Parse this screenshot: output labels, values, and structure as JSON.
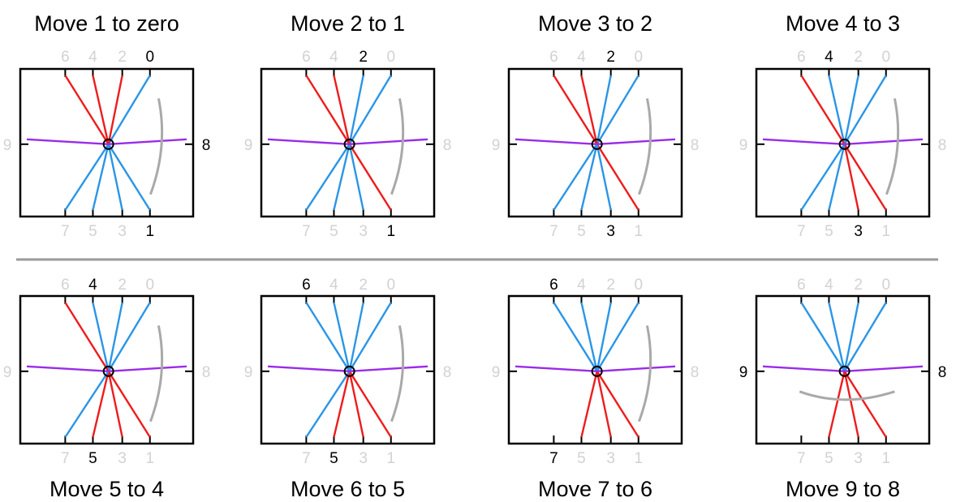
{
  "colors": {
    "red": "#ee1c1c",
    "blue": "#2b95e6",
    "purple": "#9a2be8",
    "arrow": "#a9a9a9",
    "label_active": "#000000",
    "label_inactive": "#d2d2d2",
    "divider": "#9a9a9a"
  },
  "panels": [
    {
      "title": "Move 1 to zero",
      "top_lines": {
        "6": "red",
        "4": "red",
        "2": "red",
        "0": "blue"
      },
      "bottom_lines": {
        "7": "blue",
        "5": "blue",
        "3": "blue",
        "1": "blue"
      },
      "side_lines": {
        "9": "purple",
        "8": "purple"
      },
      "labels_active": [
        "0",
        "1",
        "8"
      ],
      "arrows": [
        {
          "from": "1",
          "to": "0"
        }
      ]
    },
    {
      "title": "Move 2 to 1",
      "top_lines": {
        "6": "red",
        "4": "red",
        "2": "blue",
        "0": "blue"
      },
      "bottom_lines": {
        "7": "blue",
        "5": "blue",
        "3": "blue",
        "1": "red"
      },
      "side_lines": {
        "9": "purple",
        "8": "purple"
      },
      "labels_active": [
        "2",
        "1"
      ],
      "arrows": [
        {
          "from": "2",
          "to": "1"
        }
      ]
    },
    {
      "title": "Move 3 to 2",
      "top_lines": {
        "6": "red",
        "4": "red",
        "2": "blue",
        "0": "blue"
      },
      "bottom_lines": {
        "7": "blue",
        "5": "blue",
        "3": "blue",
        "1": "red"
      },
      "side_lines": {
        "9": "purple",
        "8": "purple"
      },
      "labels_active": [
        "2",
        "3"
      ],
      "arrows": [
        {
          "from": "3",
          "to": "2"
        }
      ]
    },
    {
      "title": "Move 4 to 3",
      "top_lines": {
        "6": "red",
        "4": "blue",
        "2": "blue",
        "0": "blue"
      },
      "bottom_lines": {
        "7": "blue",
        "5": "blue",
        "3": "red",
        "1": "red"
      },
      "side_lines": {
        "9": "purple",
        "8": "purple"
      },
      "labels_active": [
        "4",
        "3"
      ],
      "arrows": [
        {
          "from": "4",
          "to": "3"
        }
      ]
    },
    {
      "title": "Move 5 to 4",
      "top_lines": {
        "6": "red",
        "4": "blue",
        "2": "blue",
        "0": "blue"
      },
      "bottom_lines": {
        "7": "blue",
        "5": "red",
        "3": "red",
        "1": "red"
      },
      "side_lines": {
        "9": "purple",
        "8": "purple"
      },
      "labels_active": [
        "4",
        "5"
      ],
      "arrows": [
        {
          "from": "5",
          "to": "4"
        }
      ]
    },
    {
      "title": "Move 6 to 5",
      "top_lines": {
        "6": "blue",
        "4": "blue",
        "2": "blue",
        "0": "blue"
      },
      "bottom_lines": {
        "7": "blue",
        "5": "red",
        "3": "red",
        "1": "red"
      },
      "side_lines": {
        "9": "purple",
        "8": "purple"
      },
      "labels_active": [
        "6",
        "5"
      ],
      "arrows": [
        {
          "from": "6",
          "to": "5"
        }
      ]
    },
    {
      "title": "Move 7 to 6",
      "top_lines": {
        "6": "blue",
        "4": "blue",
        "2": "blue",
        "0": "blue"
      },
      "bottom_lines": {
        "5": "red",
        "3": "red",
        "1": "red"
      },
      "side_lines": {
        "9": "purple",
        "8": "purple"
      },
      "labels_active": [
        "6",
        "7"
      ],
      "arrows": [
        {
          "from": "7",
          "to": "6"
        }
      ]
    },
    {
      "title": "Move 9 to 8",
      "top_lines": {
        "6": "blue",
        "4": "blue",
        "2": "blue",
        "0": "blue"
      },
      "bottom_lines": {
        "5": "red",
        "3": "red",
        "1": "red"
      },
      "side_lines": {
        "9": "purple",
        "8": "purple"
      },
      "labels_active": [
        "9",
        "8"
      ],
      "arrows": [
        {
          "from": "9",
          "to": "8"
        }
      ]
    }
  ]
}
